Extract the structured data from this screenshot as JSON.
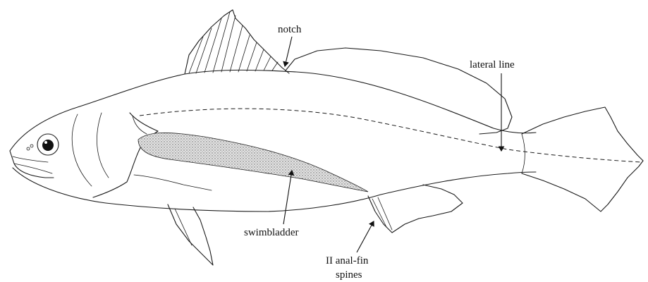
{
  "labels": {
    "notch": "notch",
    "lateral_line": "lateral line",
    "swimbladder": "swimbladder",
    "anal_fin_line1": "II anal-fin",
    "anal_fin_line2": "spines"
  },
  "colors": {
    "ink": "#1a1a1a",
    "swimbladder_fill": "#cfcfcf",
    "background": "#ffffff"
  }
}
